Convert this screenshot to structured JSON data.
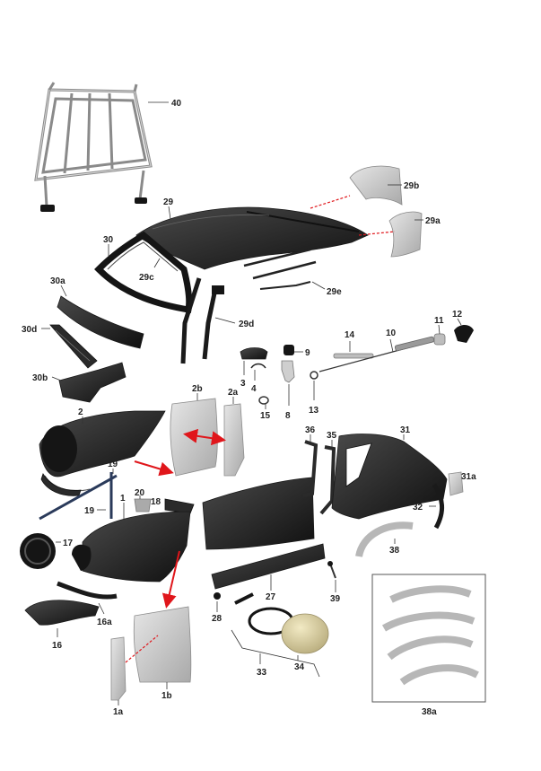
{
  "labels": {
    "p1": "1",
    "p1a": "1a",
    "p1b": "1b",
    "p2": "2",
    "p2a": "2a",
    "p2b": "2b",
    "p3": "3",
    "p4": "4",
    "p8": "8",
    "p9": "9",
    "p10": "10",
    "p11": "11",
    "p12": "12",
    "p13": "13",
    "p14": "14",
    "p15": "15",
    "p16": "16",
    "p16a": "16a",
    "p17": "17",
    "p18": "18",
    "p19a": "19",
    "p19b": "19",
    "p20": "20",
    "p27": "27",
    "p28": "28",
    "p29": "29",
    "p29a": "29a",
    "p29b": "29b",
    "p29c": "29c",
    "p29d": "29d",
    "p29e": "29e",
    "p30": "30",
    "p30a": "30a",
    "p30b": "30b",
    "p30d": "30d",
    "p31": "31",
    "p31a": "31a",
    "p32": "32",
    "p33": "33",
    "p34": "34",
    "p35": "35",
    "p36": "36",
    "p38": "38",
    "p38a": "38a",
    "p39": "39",
    "p40": "40"
  }
}
